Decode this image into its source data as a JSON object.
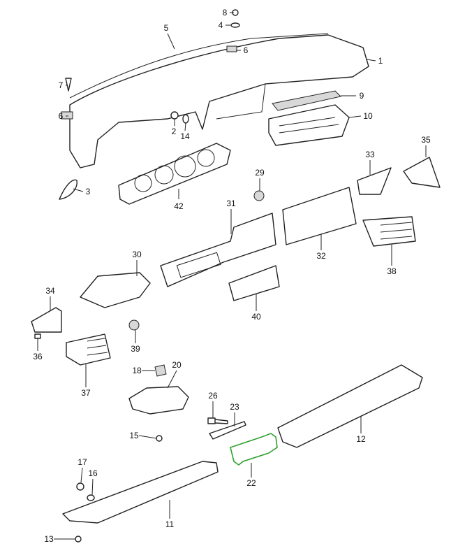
{
  "diagram": {
    "highlight_color": "#2fa02f",
    "highlighted_part": "22",
    "labels": [
      "8",
      "4",
      "5",
      "6",
      "1",
      "7",
      "6",
      "9",
      "2",
      "14",
      "10",
      "35",
      "33",
      "29",
      "3",
      "42",
      "31",
      "32",
      "38",
      "30",
      "34",
      "40",
      "36",
      "39",
      "37",
      "18",
      "20",
      "26",
      "23",
      "12",
      "15",
      "17",
      "16",
      "22",
      "11",
      "13"
    ]
  }
}
